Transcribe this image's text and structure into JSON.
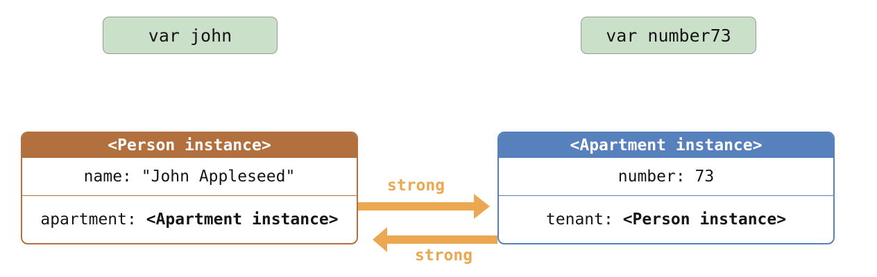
{
  "colors": {
    "canvas-bg": "#ffffff",
    "person-accent": "#b1703d",
    "apartment-accent": "#5681bc",
    "arrow-orange": "#eba851",
    "var-fill": "#cbe0c8",
    "var-border": "#949a94",
    "text-dark": "#151515"
  },
  "variables": [
    {
      "label": "var john"
    },
    {
      "label": "var number73"
    }
  ],
  "person": {
    "header": "<Person instance>",
    "row1": "name: \"John Appleseed\"",
    "row2_label": "apartment: ",
    "row2_value": "<Apartment instance>"
  },
  "apartment": {
    "header": "<Apartment instance>",
    "row1": "number: 73",
    "row2_label": "tenant: ",
    "row2_value": "<Person instance>"
  },
  "references": {
    "person_to_apartment_label": "strong",
    "apartment_to_person_label": "strong"
  }
}
